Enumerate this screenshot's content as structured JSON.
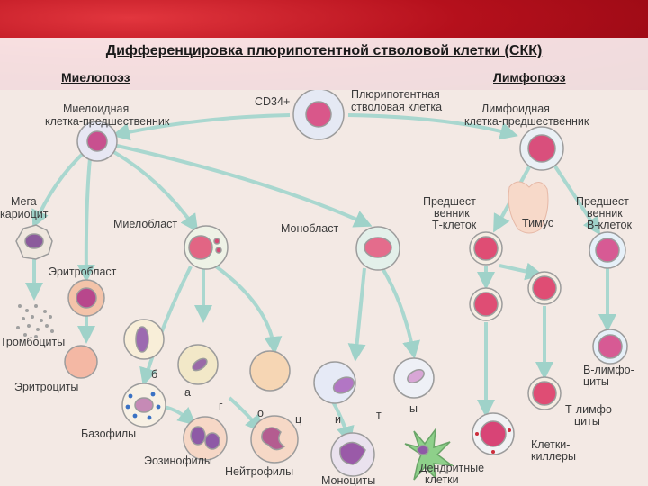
{
  "title": "Дифференцировка плюрипотентной стволовой клетки (СКК)",
  "branches": {
    "left": "Миелопоэз",
    "right": "Лимфопоэз"
  },
  "colors": {
    "arrow": "#a9d7cf",
    "nucleus": "#d9578a",
    "cytoplasm": "#f1c2b6",
    "outline": "#9c9c9c",
    "banner": "#b5101c"
  },
  "labels": {
    "cd34": "CD34+",
    "stem": [
      "Плюрипотентная",
      "стволовая клетка"
    ],
    "myeloid": [
      "Миелоидная",
      "клетка-предшественник"
    ],
    "lymphoid": [
      "Лимфоидная",
      "клетка-предшественник"
    ],
    "megakaryocyte": [
      "Мега",
      "кариоцит"
    ],
    "myeloblast": "Миелобласт",
    "monoblast": "Монобласт",
    "t_precursor": [
      "Предшест-",
      "венник",
      "Т-клеток"
    ],
    "thymus": "Тимус",
    "b_precursor": [
      "Предшест-",
      "венник",
      "В-клеток"
    ],
    "erythroblast": "Эритробласт",
    "platelets": "Тромбоциты",
    "erythrocytes": "Эритроциты",
    "basophils": "Базофилы",
    "eosinophils": "Эозинофилы",
    "neutrophils": "Нейтрофилы",
    "monocytes": "Моноциты",
    "dendritic": [
      "Дендритные",
      "клетки"
    ],
    "b_lymphocytes": [
      "В-лимфо-",
      "циты"
    ],
    "t_lymphocytes": [
      "Т-лимфо-",
      "циты"
    ],
    "killers": [
      "Клетки-",
      "киллеры"
    ],
    "letters": [
      "б",
      "а",
      "г",
      "о",
      "ц",
      "и",
      "т",
      "ы"
    ]
  }
}
